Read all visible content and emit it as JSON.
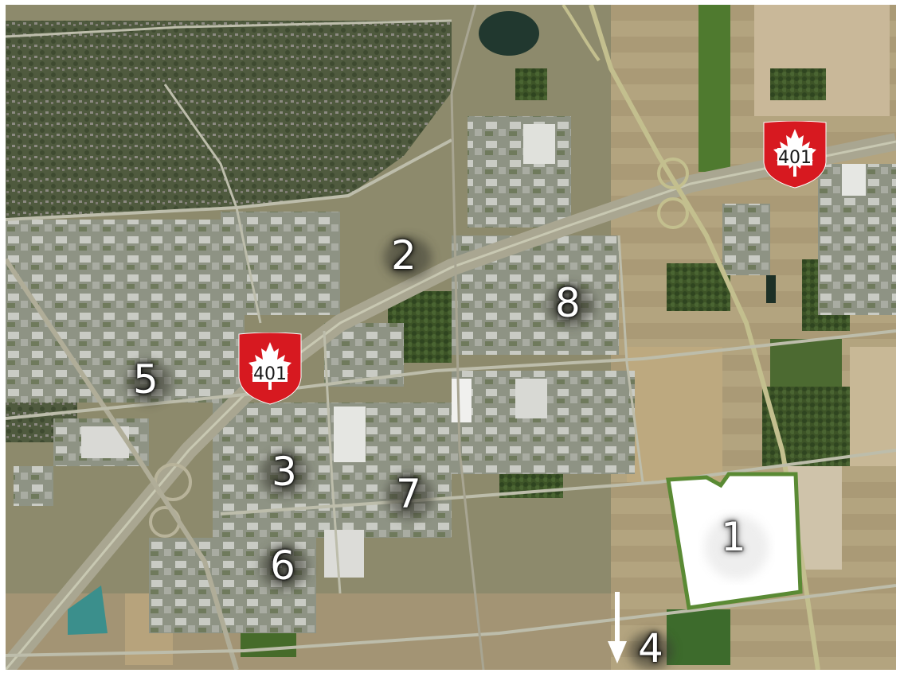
{
  "map": {
    "highway_shields": [
      {
        "route": "401"
      },
      {
        "route": "401"
      }
    ],
    "site_labels": [
      "1",
      "2",
      "3",
      "4",
      "5",
      "6",
      "7",
      "8"
    ],
    "colors": {
      "site_outline": "#5a8a34",
      "site_fill": "#ffffff",
      "shield_red": "#d71920",
      "arrow": "#ffffff",
      "label_text": "#ffffff"
    },
    "icons": [
      "maple-leaf-icon",
      "down-arrow-icon"
    ]
  }
}
